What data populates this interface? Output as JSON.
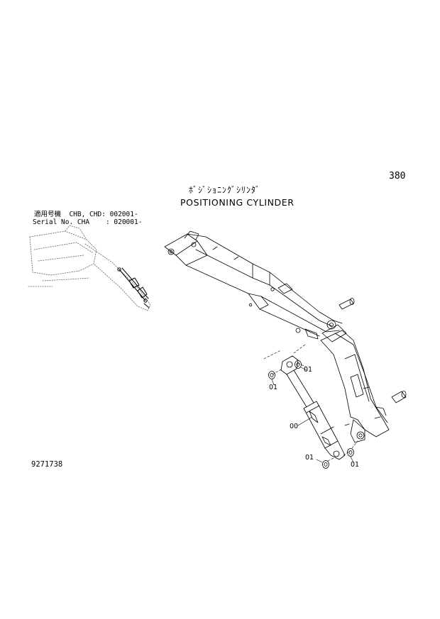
{
  "page_number": "380",
  "title": {
    "japanese": "ﾎﾞｼﾞｼｮﾆﾝｸﾞｼﾘﾝﾀﾞ",
    "english": "POSITIONING CYLINDER"
  },
  "serial_info": {
    "line1": "適用号機  CHB, CHD: 002001-",
    "line2": "Serial No. CHA    : 020001-"
  },
  "callouts": {
    "upper_right": "01",
    "upper_left": "01",
    "cylinder": "00",
    "lower_left": "01",
    "lower_right": "01"
  },
  "drawing_number": "9271738"
}
